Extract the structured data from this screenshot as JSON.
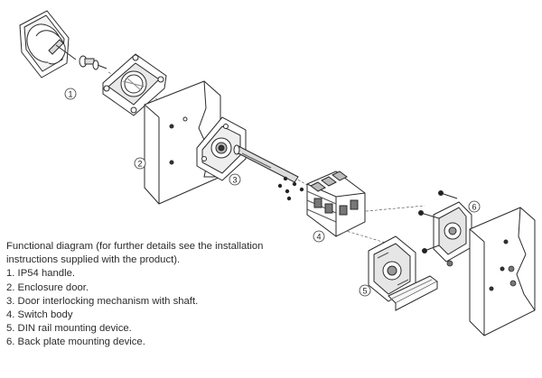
{
  "intro": "Functional diagram (for further details see the installation instructions supplied with the product).",
  "intro_line1": "Functional diagram (for further details see the installation",
  "intro_line2": "instructions supplied with the product).",
  "items": [
    {
      "num": "1",
      "text": "1. IP54 handle."
    },
    {
      "num": "2",
      "text": "2. Enclosure door."
    },
    {
      "num": "3",
      "text": "3. Door interlocking mechanism with shaft."
    },
    {
      "num": "4",
      "text": "4. Switch body"
    },
    {
      "num": "5",
      "text": "5. DIN rail mounting device."
    },
    {
      "num": "6",
      "text": "6. Back plate mounting device."
    }
  ],
  "colors": {
    "line": "#2a2a2a",
    "fill": "#ffffff",
    "shade": "#9a9a9a",
    "dark": "#3a3a3a"
  }
}
